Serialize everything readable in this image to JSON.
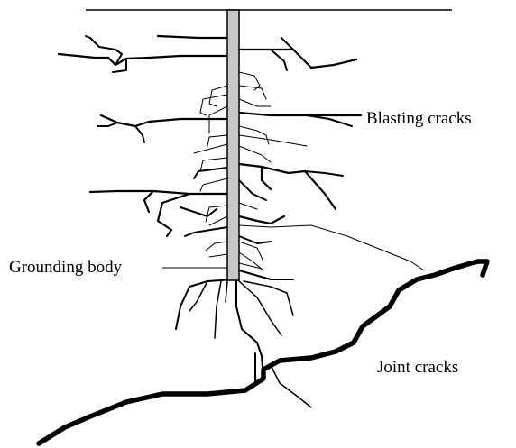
{
  "labels": {
    "blasting_cracks": "Blasting cracks",
    "grounding_body": "Grounding body",
    "joint_cracks": "Joint cracks"
  },
  "colors": {
    "ink": "#000000",
    "rod_fill": "#c8c8c8"
  }
}
